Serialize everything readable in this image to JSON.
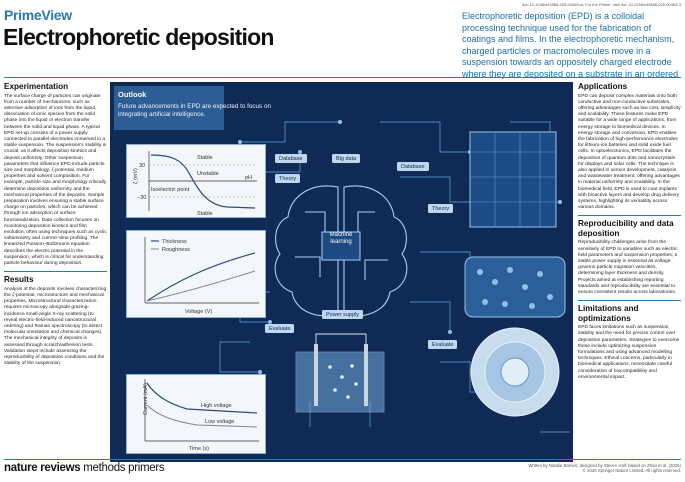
{
  "header": {
    "doi": "doi: 10.1038/s43586-025-00469-w; For the Primer, visit doi: 10.1038/s43586-025-00463-3",
    "brand": "PrimeView",
    "title": "Electrophoretic deposition",
    "intro": "Electrophoretic deposition (EPD) is a colloidal processing technique used for the fabrication of coatings and films. In the electrophoretic mechanism, charged particles or macromolecules move in a suspension towards an oppositely charged electrode where they are deposited on a substrate in an ordered manner."
  },
  "left": {
    "experimentation_title": "Experimentation",
    "experimentation_body": "The surface charge of particles can originate from a number of mechanisms, such as selective adsorption of ions from the liquid, dissociation of ionic species from the solid phase into the liquid or electron transfer between the solid and liquid phase. A typical EPD set-up consists of a power supply connected to parallel electrodes immersed in a stable suspension. The suspension's stability is crucial, as it affects deposition kinetics and deposit uniformity. Other suspension parameters that influence EPD include particle size and morphology, ζ-potential, medium properties and solvent composition. For example, particle size and morphology critically determine deposition uniformity and the mechanical properties of the deposits. Sample preparation involves ensuring a stable surface charge on particles, which can be achieved through ion adsorption or surface functionalization. Data collection focuses on monitoring deposition kinetics and film evolution, often using techniques such as cyclic voltammetry and current–time profiling. The linearized Poisson–Boltzmann equation describes the electric potential in the suspension, which is critical for understanding particle behaviour during deposition.",
    "results_title": "Results",
    "results_body": "Analysis of the deposits involves characterizing the ζ-potential, microstructure and mechanical properties. Microstructural characterization requires microscopy alongside grazing-incidence small-angle X-ray scattering (to reveal electric-field-induced nanostructural ordering) and Raman spectroscopy (to detect molecular orientation and chemical changes). The mechanical integrity of deposits is assessed through scratch/adhesion tests. Validation steps include assessing the reproducibility of deposition conditions and the stability of the suspension."
  },
  "right": {
    "applications_title": "Applications",
    "applications_body": "EPD can deposit complex materials onto both conductive and non-conductive substrates, offering advantages such as low cost, simplicity and scalability. These features make EPD suitable for a wide range of applications, from energy storage to biomedical devices. In energy storage and conversion, EPD enables the fabrication of high-performance electrodes for lithium-ion batteries and solid oxide fuel cells. In optoelectronics, EPD facilitates the deposition of quantum dots and nanocrystals for displays and solar cells. The technique is also applied in sensor development, catalysis and wastewater treatment, offering advantages in material uniformity and scalability. In the biomedical field, EPD is used to coat implants with bioactive layers and develop drug delivery systems, highlighting its versatility across various domains.",
    "repro_title": "Reproducibility and data deposition",
    "repro_body": "Reproducibility challenges arise from the sensitivity of EPD to variables such as electric field parameters and suspension properties; a stable power supply is essential as voltage governs particle migration velocities, determining layer thickness and density. Projects aimed at establishing reporting standards and reproducibility are essential to ensure consistent results across laboratories.",
    "limits_title": "Limitations and optimizations",
    "limits_body": "EPD faces limitations such as suspension stability and the need for precise control over deposition parameters. Strategies to overcome these include optimizing suspension formulations and using advanced modelling techniques. Ethical concerns, particularly in biomedical applications, necessitate careful consideration of biocompatibility and environmental impact."
  },
  "panel": {
    "outlook_title": "Outlook",
    "outlook_text": "Future advancements in EPD are expected to focus on integrating artificial intelligence.",
    "tags": {
      "database_left": "Database",
      "big_data": "Big data",
      "database_right": "Database",
      "theory_left": "Theory",
      "theory_right": "Theory",
      "evaluate_left": "Evaluate",
      "evaluate_right": "Evaluate",
      "power_supply": "Power supply"
    },
    "machine_learning": "Machine learning",
    "zeta_chart": {
      "ylabel": "ζ (mV)",
      "stable_top": "Stable",
      "unstable": "Unstable",
      "isoelectric": "Isoelectric point",
      "stable_bottom": "Stable",
      "ph": "pH",
      "tick_30": "30",
      "tick_m30": "−30"
    },
    "thickness_chart": {
      "thickness": "Thickness",
      "roughness": "Roughness",
      "xlabel": "Voltage (V)"
    },
    "current_chart": {
      "ylabel": "Current (mA)",
      "high": "High voltage",
      "low": "Low voltage",
      "xlabel": "Time (s)"
    }
  },
  "footer": {
    "logo_bold": "nature reviews",
    "logo_light": " methods primers",
    "credit_1": "Written by Natalie Barnes; designed by Steven Hall; based on Zhao et al. (2026)",
    "credit_2": "© 2026 Springer Nature Limited. All rights reserved."
  },
  "colors": {
    "accent": "#2a7aaf",
    "panel_bg": "#0e2a55",
    "circuit": "#5e9ad6"
  }
}
